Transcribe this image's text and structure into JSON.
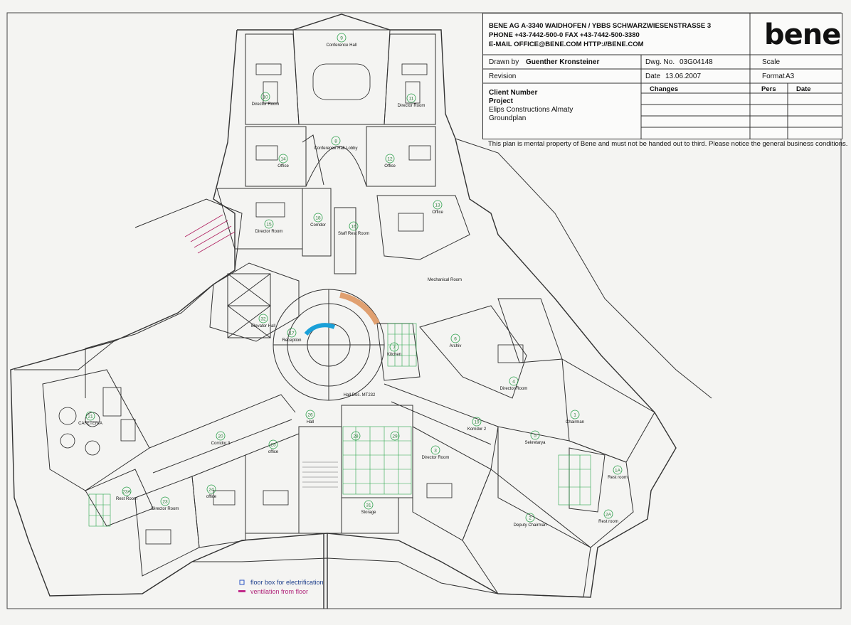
{
  "title_block": {
    "company_line": "BENE AG  A-3340 WAIDHOFEN / YBBS  SCHWARZWIESENSTRASSE 3",
    "phone_line": "PHONE +43-7442-500-0  FAX +43-7442-500-3380",
    "email_line": "E-MAIL OFFICE@BENE.COM  HTTP://BENE.COM",
    "logo_text": "bene",
    "drawn_by_label": "Drawn by",
    "drawn_by_value": "Guenther Kronsteiner",
    "dwg_label": "Dwg. No.",
    "dwg_value": "03G04148",
    "scale_label": "Scale",
    "revision_label": "Revision",
    "date_label": "Date",
    "date_value": "13.06.2007",
    "format_label": "Format",
    "format_value": "A3",
    "client_number_label": "Client Number",
    "project_label": "Project",
    "project_name": "Elips Constructions Almaty",
    "project_sheet": "Groundplan",
    "changes_label": "Changes",
    "pers_label": "Pers",
    "date_col_label": "Date",
    "disclaimer": "This plan is mental property of Bene and must not be handed out to third. Please notice the general business conditions."
  },
  "legend": {
    "floor_box": "floor box for electrification",
    "ventilation": "ventilation from floor"
  },
  "rooms": [
    {
      "num": "9",
      "name": "Conference Hall"
    },
    {
      "num": "10",
      "name": "Director Room"
    },
    {
      "num": "11",
      "name": "Director Room"
    },
    {
      "num": "8",
      "name": "Conference Hall Lobby"
    },
    {
      "num": "14",
      "name": "Office"
    },
    {
      "num": "12",
      "name": "Office"
    },
    {
      "num": "15",
      "name": "Director Room"
    },
    {
      "num": "18",
      "name": "Corridor"
    },
    {
      "num": "16",
      "name": "Staff Rest Room"
    },
    {
      "num": "13",
      "name": "Office"
    },
    {
      "num": "",
      "name": "Mechanical Room"
    },
    {
      "num": "32",
      "name": "Elevator Hall"
    },
    {
      "num": "17",
      "name": "Reception"
    },
    {
      "num": "7",
      "name": "Kitchen"
    },
    {
      "num": "6",
      "name": "Archiv"
    },
    {
      "num": "4",
      "name": "Director Room"
    },
    {
      "num": "1",
      "name": "Chairman"
    },
    {
      "num": "",
      "name": "Hall Dos. MT232"
    },
    {
      "num": "19",
      "name": "Korridor 2"
    },
    {
      "num": "5",
      "name": "Sekretarya"
    },
    {
      "num": "1A",
      "name": "Rest room"
    },
    {
      "num": "2",
      "name": "Deputy Chairman"
    },
    {
      "num": "2A",
      "name": "Rest room"
    },
    {
      "num": "3",
      "name": "Director Room"
    },
    {
      "num": "31",
      "name": "Storage"
    },
    {
      "num": "28",
      "name": ""
    },
    {
      "num": "29",
      "name": ""
    },
    {
      "num": "26",
      "name": "Hall"
    },
    {
      "num": "20",
      "name": "Corridor 3"
    },
    {
      "num": "25",
      "name": "office"
    },
    {
      "num": "21",
      "name": "CAFETERIA"
    },
    {
      "num": "24",
      "name": "office"
    },
    {
      "num": "23A",
      "name": "Rest Room"
    },
    {
      "num": "23",
      "name": "Director Room"
    }
  ]
}
